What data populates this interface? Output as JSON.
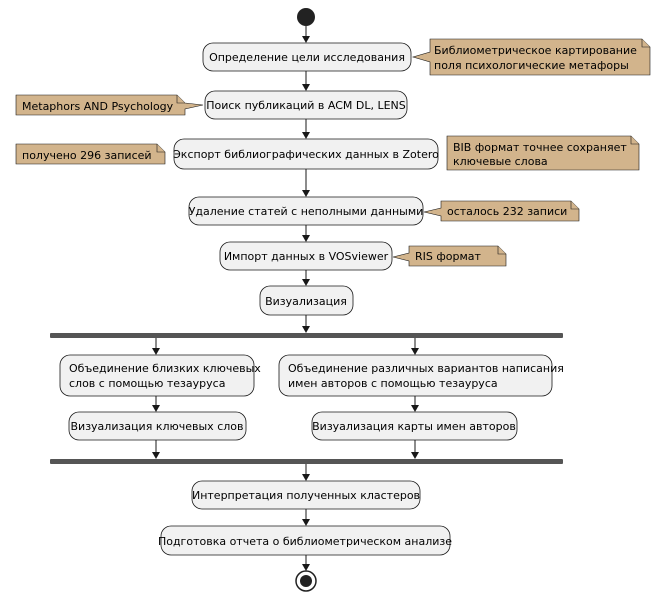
{
  "activities": {
    "goal": "Определение цели исследования",
    "search": "Поиск публикаций в ACM DL, LENS",
    "export": "Экспорт библиографических данных в Zotero",
    "remove": "Удаление статей с неполными данными",
    "import": "Импорт данных в VOSviewer",
    "viz": "Визуализация",
    "merge_kw_1": "Объединение близких ключевых",
    "merge_kw_2": " слов с помощью тезауруса",
    "merge_auth_1": "Объединение различных вариантов написания",
    "merge_auth_2": " имен авторов с помощью тезауруса",
    "viz_kw": "Визуализация ключевых слов",
    "viz_auth": "Визуализация карты имен авторов",
    "interpret": "Интерпретация полученных кластеров",
    "report": "Подготовка отчета о библиометрическом анализе"
  },
  "notes": {
    "goal_1": "Библиометрическое картирование",
    "goal_2": "поля психологические метафоры",
    "search": "Metaphors AND Psychology",
    "export_left": "получено 296 записей",
    "export_right_1": "BIB формат точнее сохраняет",
    "export_right_2": "ключевые слова",
    "remove": "осталось 232 записи",
    "import": "RIS формат"
  },
  "colors": {
    "activity_fill": "#f1f1f1",
    "note_fill": "#d2b48c",
    "line": "#181818",
    "fork_bar": "#555555"
  },
  "icons": {
    "start": "filled-circle-start-icon",
    "end": "bullseye-end-icon"
  }
}
